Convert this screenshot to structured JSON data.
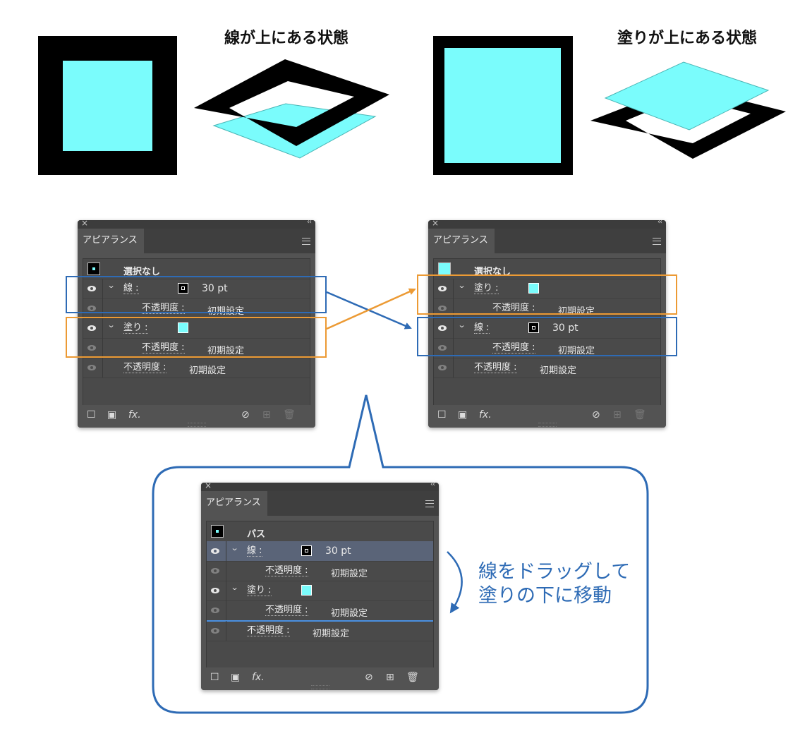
{
  "top": {
    "left_heading": "線が上にある状態",
    "right_heading": "塗りが上にある状態"
  },
  "colors": {
    "fill": "#7afcfc",
    "stroke": "#000000",
    "blue": "#2e6bb5",
    "orange": "#ec9a34",
    "panel_bg": "#535353"
  },
  "panel_common": {
    "tab_label": "アピアランス",
    "close_glyph": "×",
    "collapse_glyph": "‹‹"
  },
  "panel_left": {
    "header_label": "選択なし",
    "rows": [
      {
        "label": "線 :",
        "value": "30 pt"
      },
      {
        "label": "不透明度 :",
        "value": "初期設定"
      },
      {
        "label": "塗り :",
        "value": ""
      },
      {
        "label": "不透明度 :",
        "value": "初期設定"
      },
      {
        "label": "不透明度 :",
        "value": "初期設定"
      }
    ]
  },
  "panel_right": {
    "header_label": "選択なし",
    "rows": [
      {
        "label": "塗り :",
        "value": ""
      },
      {
        "label": "不透明度 :",
        "value": "初期設定"
      },
      {
        "label": "線 :",
        "value": "30 pt"
      },
      {
        "label": "不透明度 :",
        "value": "初期設定"
      },
      {
        "label": "不透明度 :",
        "value": "初期設定"
      }
    ]
  },
  "panel_bottom": {
    "header_label": "パス",
    "rows": [
      {
        "label": "線 :",
        "value": "30 pt"
      },
      {
        "label": "不透明度 :",
        "value": "初期設定"
      },
      {
        "label": "塗り :",
        "value": ""
      },
      {
        "label": "不透明度 :",
        "value": "初期設定"
      },
      {
        "label": "不透明度 :",
        "value": "初期設定"
      }
    ]
  },
  "footer": {
    "fx_label": "fx."
  },
  "callout": {
    "line1": "線をドラッグして",
    "line2": "塗りの下に移動"
  }
}
